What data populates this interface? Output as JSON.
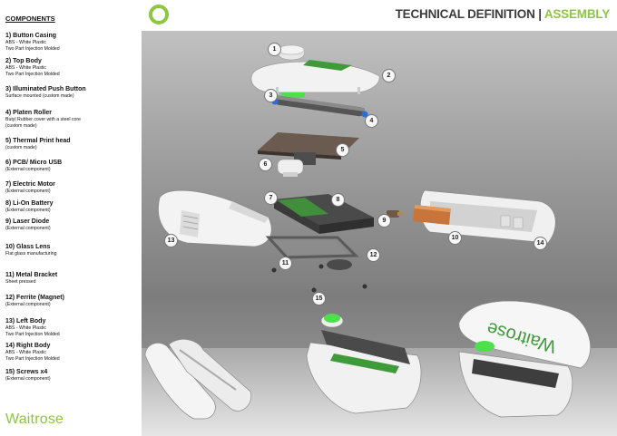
{
  "header": {
    "title_main": "TECHNICAL DEFINITION",
    "title_sep": "|",
    "title_accent": "ASSEMBLY"
  },
  "sidebar": {
    "heading": "COMPONENTS",
    "components": [
      {
        "name": "1) Button Casing",
        "desc": [
          "ABS - White Plastic",
          "Two Part Injection Molded"
        ]
      },
      {
        "name": "2) Top Body",
        "desc": [
          "ABS - White Plastic",
          "Two Part Injection Molded"
        ]
      },
      {
        "name": "3) Illuminated Push Button",
        "desc": [
          "Surface mounted (custom made)"
        ]
      },
      {
        "name": "4) Platen Roller",
        "desc": [
          "Butyl Rubber cover with a steel core",
          "(custom made)"
        ]
      },
      {
        "name": "5) Thermal Print head",
        "desc": [
          "(custom made)"
        ]
      },
      {
        "name": "6) PCB/ Micro USB",
        "desc": [
          "(External component)"
        ]
      },
      {
        "name": "7) Electric Motor",
        "desc": [
          "(External component)"
        ]
      },
      {
        "name": "8) Li-On Battery",
        "desc": [
          "(External component)"
        ]
      },
      {
        "name": "9) Laser Diode",
        "desc": [
          "(External component)"
        ]
      },
      {
        "name": "10) Glass Lens",
        "desc": [
          "Flat glass manufacturing"
        ]
      },
      {
        "name": "11) Metal Bracket",
        "desc": [
          "Sheet pressed"
        ]
      },
      {
        "name": "12) Ferrite (Magnet)",
        "desc": [
          "(External component)"
        ]
      },
      {
        "name": "13) Left Body",
        "desc": [
          "ABS - White Plastic",
          "Two Part Injection Molded"
        ]
      },
      {
        "name": "14) Right Body",
        "desc": [
          "ABS - White Plastic",
          "Two Part Injection Molded"
        ]
      },
      {
        "name": "15) Screws x4",
        "desc": [
          "(External component)"
        ]
      }
    ],
    "brand": "Waitrose"
  },
  "render": {
    "callouts": [
      "1",
      "2",
      "3",
      "4",
      "5",
      "6",
      "7",
      "8",
      "9",
      "10",
      "11",
      "12",
      "13",
      "14",
      "15"
    ],
    "product_print": "Waitrose"
  },
  "colors": {
    "accent": "#8dc63f",
    "title_text": "#3c3c3c",
    "pcb": "#3f9a3a",
    "battery": "#4a4a4a",
    "lens": "#c8743a"
  }
}
